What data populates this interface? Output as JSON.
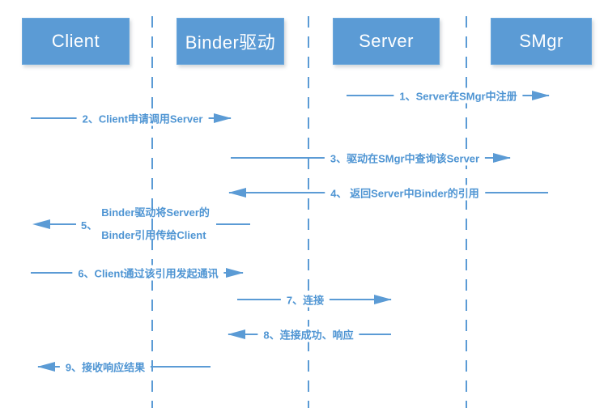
{
  "diagram": {
    "type": "sequence-diagram",
    "participants": [
      {
        "id": "client",
        "label": "Client"
      },
      {
        "id": "binder-driver",
        "label": "Binder驱动"
      },
      {
        "id": "server",
        "label": "Server"
      },
      {
        "id": "smgr",
        "label": "SMgr"
      }
    ],
    "messages": [
      {
        "num": "1",
        "label": "1、Server在SMgr中注册",
        "from": "Server",
        "to": "SMgr",
        "direction": "right"
      },
      {
        "num": "2",
        "label": "2、Client申请调用Server",
        "from": "Client",
        "to": "Binder驱动",
        "direction": "right"
      },
      {
        "num": "3",
        "label": "3、驱动在SMgr中查询该Server",
        "from": "Binder驱动",
        "to": "SMgr",
        "direction": "right"
      },
      {
        "num": "4",
        "label": "4、 返回Server中Binder的引用",
        "from": "SMgr",
        "to": "Binder驱动",
        "direction": "left"
      },
      {
        "num": "5、",
        "label_line1": "Binder驱动将Server的",
        "label_line2": "Binder引用传给Client",
        "from": "Binder驱动",
        "to": "Client",
        "direction": "left"
      },
      {
        "num": "6",
        "label": "6、Client通过该引用发起通讯",
        "from": "Client",
        "to": "Binder驱动",
        "direction": "right"
      },
      {
        "num": "7",
        "label": "7、连接",
        "from": "Binder驱动",
        "to": "Server",
        "direction": "right"
      },
      {
        "num": "8",
        "label": "8、连接成功、响应",
        "from": "Server",
        "to": "Binder驱动",
        "direction": "left"
      },
      {
        "num": "9",
        "label": "9、接收响应结果",
        "from": "Binder驱动",
        "to": "Client",
        "direction": "left"
      }
    ],
    "colors": {
      "box_fill": "#5b9bd5",
      "box_text": "#ffffff",
      "line": "#5b9bd5",
      "label_text": "#4f95d3",
      "background": "#ffffff"
    }
  }
}
